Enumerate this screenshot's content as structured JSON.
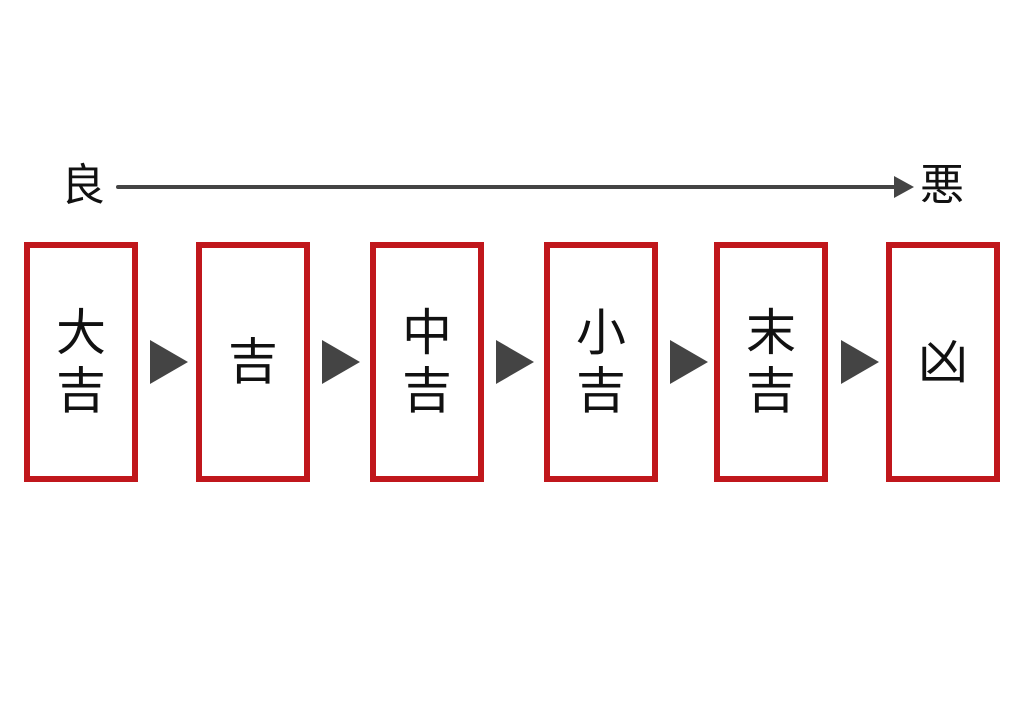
{
  "scale": {
    "start_label": "良",
    "end_label": "悪"
  },
  "fortunes": [
    {
      "chars": [
        "大",
        "吉"
      ]
    },
    {
      "chars": [
        "吉"
      ]
    },
    {
      "chars": [
        "中",
        "吉"
      ]
    },
    {
      "chars": [
        "小",
        "吉"
      ]
    },
    {
      "chars": [
        "末",
        "吉"
      ]
    },
    {
      "chars": [
        "凶"
      ]
    }
  ],
  "colors": {
    "box_border": "#c0171c",
    "arrow": "#444444"
  }
}
